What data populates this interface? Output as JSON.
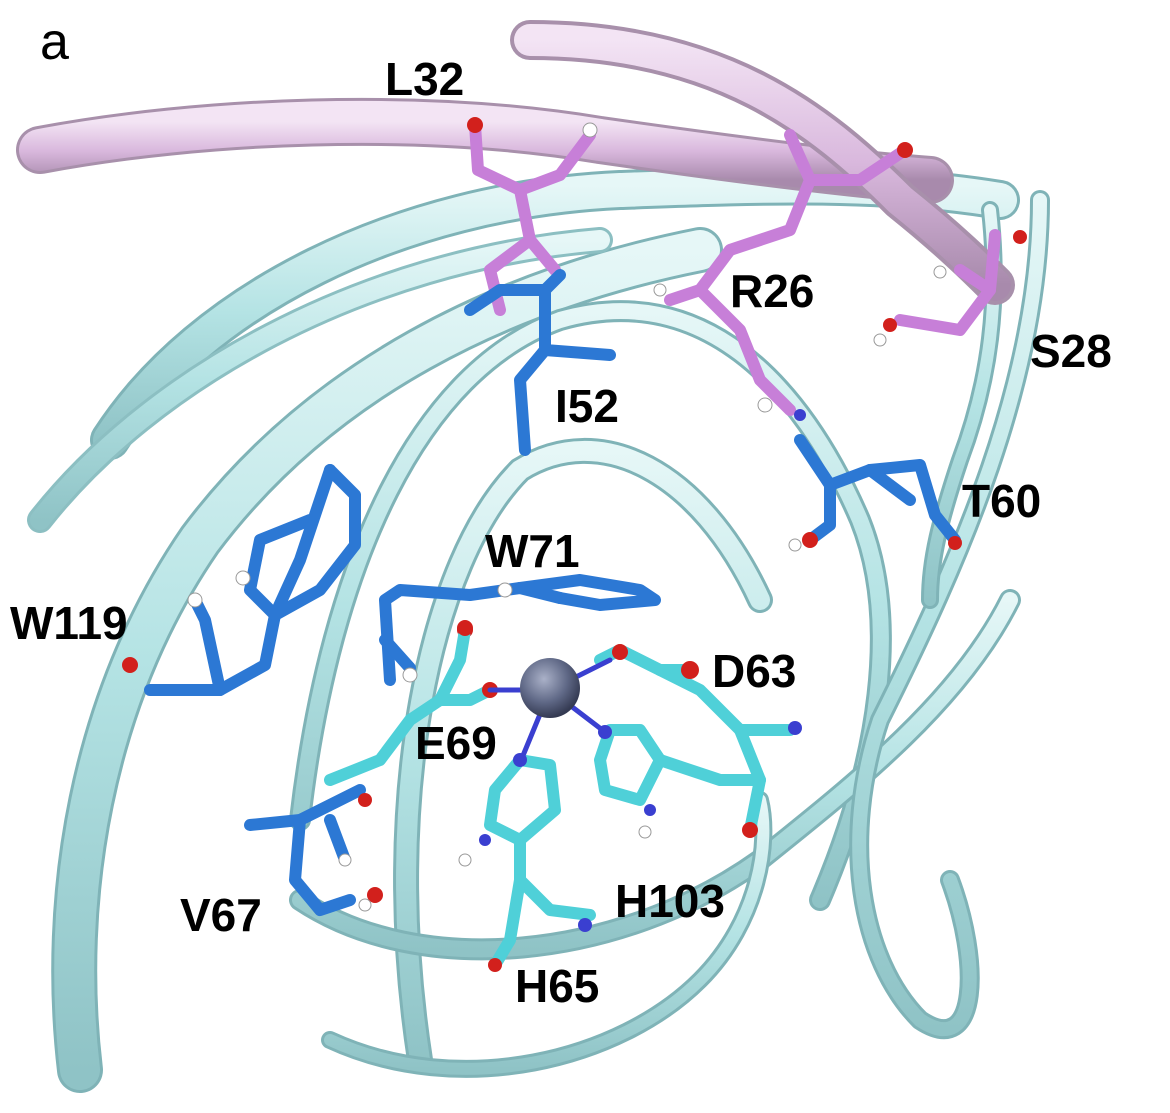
{
  "panel_label": "a",
  "residue_labels": {
    "L32": "L32",
    "R26": "R26",
    "S28": "S28",
    "I52": "I52",
    "T60": "T60",
    "W71": "W71",
    "W119": "W119",
    "D63": "D63",
    "E69": "E69",
    "V67": "V67",
    "H103": "H103",
    "H65": "H65"
  },
  "colors": {
    "ribbon_cyan": "#b4e3e4",
    "ribbon_pink": "#d9b8dd",
    "stick_blue": "#2c78d4",
    "stick_cyan": "#4fd0d8",
    "stick_pink": "#c77fd8",
    "oxygen": "#d2201c",
    "nitrogen": "#3a3fd0",
    "hydrogen": "#ffffff",
    "metal_ion": "#5f6886"
  }
}
